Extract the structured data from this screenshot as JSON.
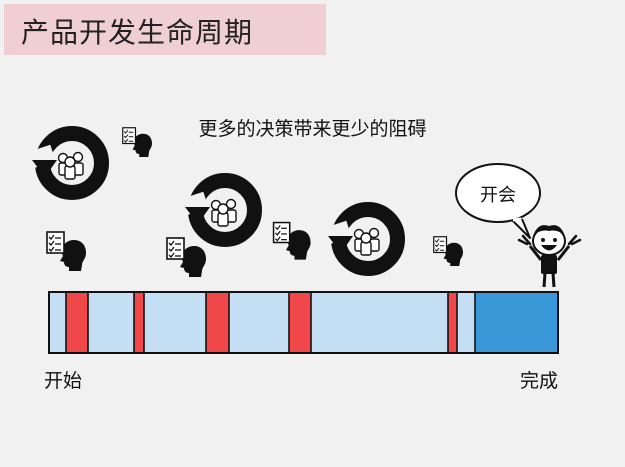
{
  "title": "产品开发生命周期",
  "subtitle": "更多的决策带来更少的阻碍",
  "speech_bubble": "开会",
  "start_label": "开始",
  "end_label": "完成",
  "colors": {
    "segment": "#c4dff3",
    "decision": "#f0484a",
    "completed": "#3a97d8",
    "title_bg": "#f0cfd2",
    "background": "#f1f1f1"
  },
  "icons": [
    "meeting-cycle-icon",
    "person-checklist-icon",
    "smiling-person-icon"
  ]
}
